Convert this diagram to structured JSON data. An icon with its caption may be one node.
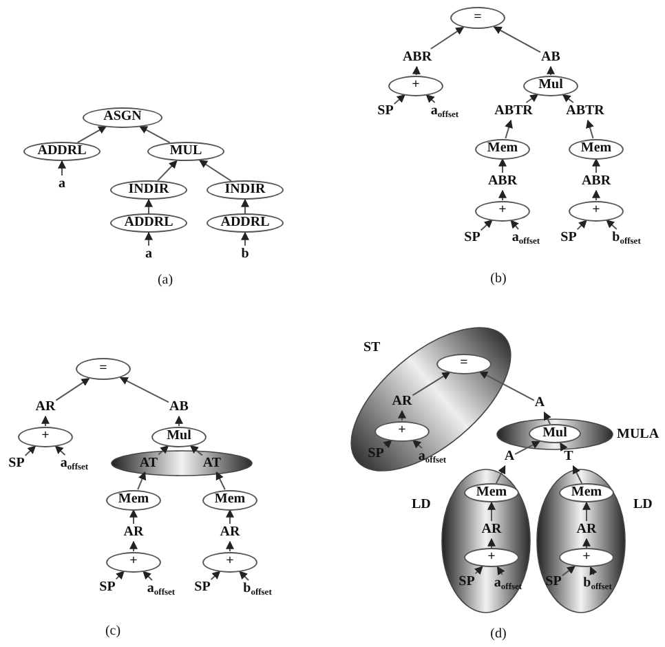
{
  "diagram": {
    "nodes": [
      {
        "text": [
          "ASGN"
        ]
      },
      {
        "text": [
          "ADDRL"
        ]
      },
      {
        "text": [
          "a"
        ]
      },
      {
        "text": [
          "MUL"
        ]
      },
      {
        "text": [
          "INDIR"
        ]
      },
      {
        "text": [
          "ADDRL"
        ]
      },
      {
        "text": [
          "a"
        ]
      },
      {
        "text": [
          "INDIR"
        ]
      },
      {
        "text": [
          "ADDRL"
        ]
      },
      {
        "text": [
          "b"
        ]
      },
      {
        "text": [
          "="
        ]
      },
      {
        "text": [
          "ABR"
        ]
      },
      {
        "text": [
          "+"
        ]
      },
      {
        "text": [
          "SP"
        ]
      },
      {
        "text": [
          "a$_{offset}$"
        ]
      },
      {
        "text": [
          "AB"
        ]
      },
      {
        "text": [
          "Mul"
        ]
      },
      {
        "text": [
          "ABTR"
        ]
      },
      {
        "text": [
          "ABTR"
        ]
      },
      {
        "text": [
          "Mem"
        ]
      },
      {
        "text": [
          "ABR"
        ]
      },
      {
        "text": [
          "+"
        ]
      },
      {
        "text": [
          "SP"
        ]
      },
      {
        "text": [
          "a$_{offset}$"
        ]
      },
      {
        "text": [
          "Mem"
        ]
      },
      {
        "text": [
          "ABR"
        ]
      },
      {
        "text": [
          "+"
        ]
      },
      {
        "text": [
          "SP"
        ]
      },
      {
        "text": [
          "b$_{offset}$"
        ]
      },
      {
        "text": [
          "="
        ]
      },
      {
        "text": [
          "AR"
        ]
      },
      {
        "text": [
          "+"
        ]
      },
      {
        "text": [
          "SP"
        ]
      },
      {
        "text": [
          "a$_{offset}$"
        ]
      },
      {
        "text": [
          "AB"
        ]
      },
      {
        "text": [
          "Mul"
        ]
      },
      {
        "text": [],
        "shape": "ellipse"
      },
      {
        "text": [
          "AT"
        ],
        "in": 36
      },
      {
        "text": [
          "AT"
        ],
        "in": 36
      },
      {
        "text": [
          "Mem"
        ]
      },
      {
        "text": [
          "AR"
        ]
      },
      {
        "text": [
          "+"
        ]
      },
      {
        "text": [
          "SP"
        ]
      },
      {
        "text": [
          "a$_{offset}$"
        ]
      },
      {
        "text": [
          "Mem"
        ]
      },
      {
        "text": [
          "AR"
        ]
      },
      {
        "text": [
          "+"
        ]
      },
      {
        "text": [
          "SP"
        ]
      },
      {
        "text": [
          "b$_{offset}$"
        ]
      },
      {
        "text": [
          "ST"
        ]
      },
      {
        "text": [
          "="
        ],
        "in": 49
      },
      {
        "text": [
          "AR"
        ],
        "in": 49
      },
      {
        "text": [
          "+"
        ],
        "in": 49
      },
      {
        "text": [
          "SP"
        ],
        "in": 49
      },
      {
        "text": [
          "a$_{offset}$"
        ],
        "in": 49
      },
      {
        "text": [
          "A"
        ]
      },
      {
        "text": [
          "MULA"
        ]
      },
      {
        "text": [
          "Mul"
        ],
        "in": 56
      },
      {
        "text": [
          "A"
        ]
      },
      {
        "text": [
          "T"
        ]
      },
      {
        "text": [
          "LD"
        ]
      },
      {
        "text": [
          "Mem"
        ],
        "in": 60
      },
      {
        "text": [
          "AR"
        ],
        "in": 60
      },
      {
        "text": [
          "+"
        ],
        "in": 60
      },
      {
        "text": [
          "SP"
        ],
        "in": 60
      },
      {
        "text": [
          "a$_{offset}$"
        ],
        "in": 60
      },
      {
        "text": [
          "LD"
        ]
      },
      {
        "text": [
          "Mem"
        ],
        "in": 66
      },
      {
        "text": [
          "AR"
        ],
        "in": 66
      },
      {
        "text": [
          "+"
        ],
        "in": 66
      },
      {
        "text": [
          "SP"
        ],
        "in": 66
      },
      {
        "text": [
          "b$_{offset}$"
        ],
        "in": 66
      }
    ],
    "edges": [
      {
        "from": 1,
        "to": 0,
        "arrow": "to"
      },
      {
        "from": 2,
        "to": 1,
        "arrow": "to"
      },
      {
        "from": 3,
        "to": 0,
        "arrow": "to"
      },
      {
        "from": 4,
        "to": 3,
        "arrow": "to"
      },
      {
        "from": 5,
        "to": 4,
        "arrow": "to"
      },
      {
        "from": 6,
        "to": 5,
        "arrow": "to"
      },
      {
        "from": 7,
        "to": 3,
        "arrow": "to"
      },
      {
        "from": 8,
        "to": 7,
        "arrow": "to"
      },
      {
        "from": 9,
        "to": 8,
        "arrow": "to"
      },
      {
        "from": 11,
        "to": 10,
        "arrow": "to"
      },
      {
        "from": 12,
        "to": 11,
        "arrow": "to"
      },
      {
        "from": 13,
        "to": 12,
        "arrow": "to"
      },
      {
        "from": 14,
        "to": 12,
        "arrow": "to"
      },
      {
        "from": 15,
        "to": 10,
        "arrow": "to"
      },
      {
        "from": 16,
        "to": 15,
        "arrow": "to"
      },
      {
        "from": 17,
        "to": 16,
        "arrow": "to"
      },
      {
        "from": 18,
        "to": 16,
        "arrow": "to"
      },
      {
        "from": 19,
        "to": 17,
        "arrow": "to"
      },
      {
        "from": 20,
        "to": 19,
        "arrow": "to"
      },
      {
        "from": 21,
        "to": 20,
        "arrow": "to"
      },
      {
        "from": 22,
        "to": 21,
        "arrow": "to"
      },
      {
        "from": 23,
        "to": 21,
        "arrow": "to"
      },
      {
        "from": 24,
        "to": 18,
        "arrow": "to"
      },
      {
        "from": 25,
        "to": 24,
        "arrow": "to"
      },
      {
        "from": 26,
        "to": 25,
        "arrow": "to"
      },
      {
        "from": 27,
        "to": 26,
        "arrow": "to"
      },
      {
        "from": 28,
        "to": 26,
        "arrow": "to"
      },
      {
        "from": 30,
        "to": 29,
        "arrow": "to"
      },
      {
        "from": 31,
        "to": 30,
        "arrow": "to"
      },
      {
        "from": 32,
        "to": 31,
        "arrow": "to"
      },
      {
        "from": 33,
        "to": 31,
        "arrow": "to"
      },
      {
        "from": 34,
        "to": 29,
        "arrow": "to"
      },
      {
        "from": 35,
        "to": 34,
        "arrow": "to"
      },
      {
        "from": 37,
        "to": 35,
        "arrow": "to"
      },
      {
        "from": 38,
        "to": 35,
        "arrow": "to"
      },
      {
        "from": 39,
        "to": 37,
        "arrow": "to"
      },
      {
        "from": 40,
        "to": 39,
        "arrow": "to"
      },
      {
        "from": 41,
        "to": 40,
        "arrow": "to"
      },
      {
        "from": 42,
        "to": 41,
        "arrow": "to"
      },
      {
        "from": 43,
        "to": 41,
        "arrow": "to"
      },
      {
        "from": 44,
        "to": 38,
        "arrow": "to"
      },
      {
        "from": 45,
        "to": 44,
        "arrow": "to"
      },
      {
        "from": 46,
        "to": 45,
        "arrow": "to"
      },
      {
        "from": 47,
        "to": 46,
        "arrow": "to"
      },
      {
        "from": 48,
        "to": 46,
        "arrow": "to"
      },
      {
        "from": 51,
        "to": 50,
        "arrow": "to"
      },
      {
        "from": 52,
        "to": 51,
        "arrow": "to"
      },
      {
        "from": 53,
        "to": 52,
        "arrow": "to"
      },
      {
        "from": 54,
        "to": 52,
        "arrow": "to"
      },
      {
        "from": 55,
        "to": 50,
        "arrow": "to"
      },
      {
        "from": 57,
        "to": 55,
        "arrow": "to"
      },
      {
        "from": 58,
        "to": 57,
        "arrow": "to"
      },
      {
        "from": 59,
        "to": 57,
        "arrow": "to"
      },
      {
        "from": 61,
        "to": 58,
        "arrow": "to"
      },
      {
        "from": 62,
        "to": 61,
        "arrow": "to"
      },
      {
        "from": 63,
        "to": 62,
        "arrow": "to"
      },
      {
        "from": 64,
        "to": 63,
        "arrow": "to"
      },
      {
        "from": 65,
        "to": 63,
        "arrow": "to"
      },
      {
        "from": 67,
        "to": 59,
        "arrow": "to"
      },
      {
        "from": 68,
        "to": 67,
        "arrow": "to"
      },
      {
        "from": 69,
        "to": 68,
        "arrow": "to"
      },
      {
        "from": 70,
        "to": 69,
        "arrow": "to"
      },
      {
        "from": 71,
        "to": 69,
        "arrow": "to"
      }
    ],
    "labels": [
      "(a)",
      "(b)",
      "(c)",
      "(d)"
    ]
  }
}
